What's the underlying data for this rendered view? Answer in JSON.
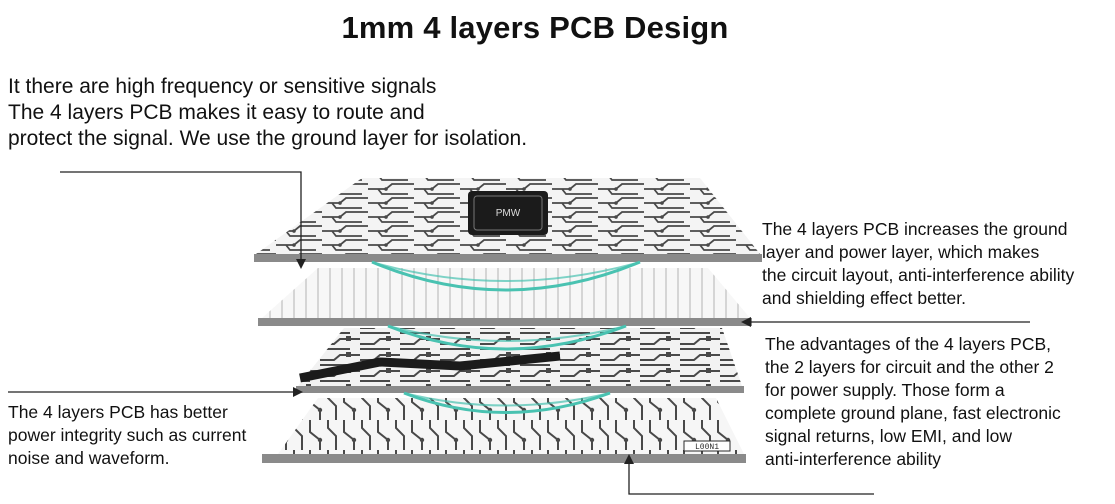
{
  "title": "1mm 4 layers PCB Design",
  "intro": {
    "lines": [
      "It there are high frequency or sensitive signals",
      "The 4 layers PCB makes it easy to route and",
      "protect the signal. We use the ground layer for isolation."
    ]
  },
  "notes": {
    "right_top": [
      "The 4 layers PCB increases the ground",
      "layer and power layer, which makes",
      "the circuit layout, anti-interference ability",
      "and shielding effect better."
    ],
    "right_bottom": [
      "The advantages of the 4 layers PCB,",
      "the 2 layers for circuit and the other 2",
      "for power supply. Those form a",
      "complete ground plane, fast electronic",
      "signal returns, low EMI, and low",
      "anti-interference ability"
    ],
    "left": [
      "The 4 layers PCB has better",
      "power integrity such as current",
      "noise and waveform."
    ]
  },
  "chip_label": "PMW",
  "board_code": "L00N1",
  "colors": {
    "board_edge": "#8a8a8a",
    "signal_ring": "#49c2b1",
    "trace": "#2b2b2b"
  }
}
